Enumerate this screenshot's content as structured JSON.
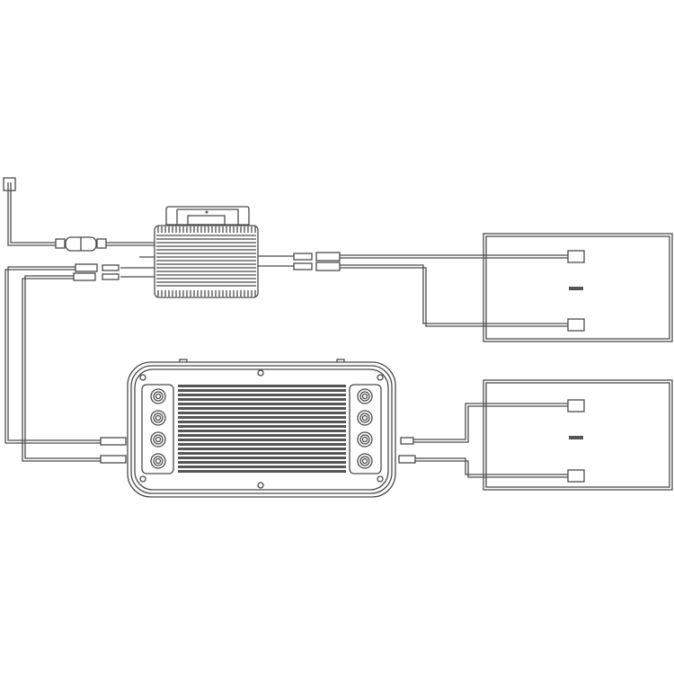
{
  "diagram": {
    "components": [
      {
        "id": "wall-outlet",
        "icon": "outlet-icon"
      },
      {
        "id": "microinverter",
        "icon": "inverter-icon"
      },
      {
        "id": "battery-unit",
        "icon": "battery-icon"
      },
      {
        "id": "solar-panel-top",
        "icon": "solar-panel-icon"
      },
      {
        "id": "solar-panel-bottom",
        "icon": "solar-panel-icon"
      }
    ],
    "colors": {
      "line": "#4a4a4a",
      "background": "#ffffff"
    }
  }
}
